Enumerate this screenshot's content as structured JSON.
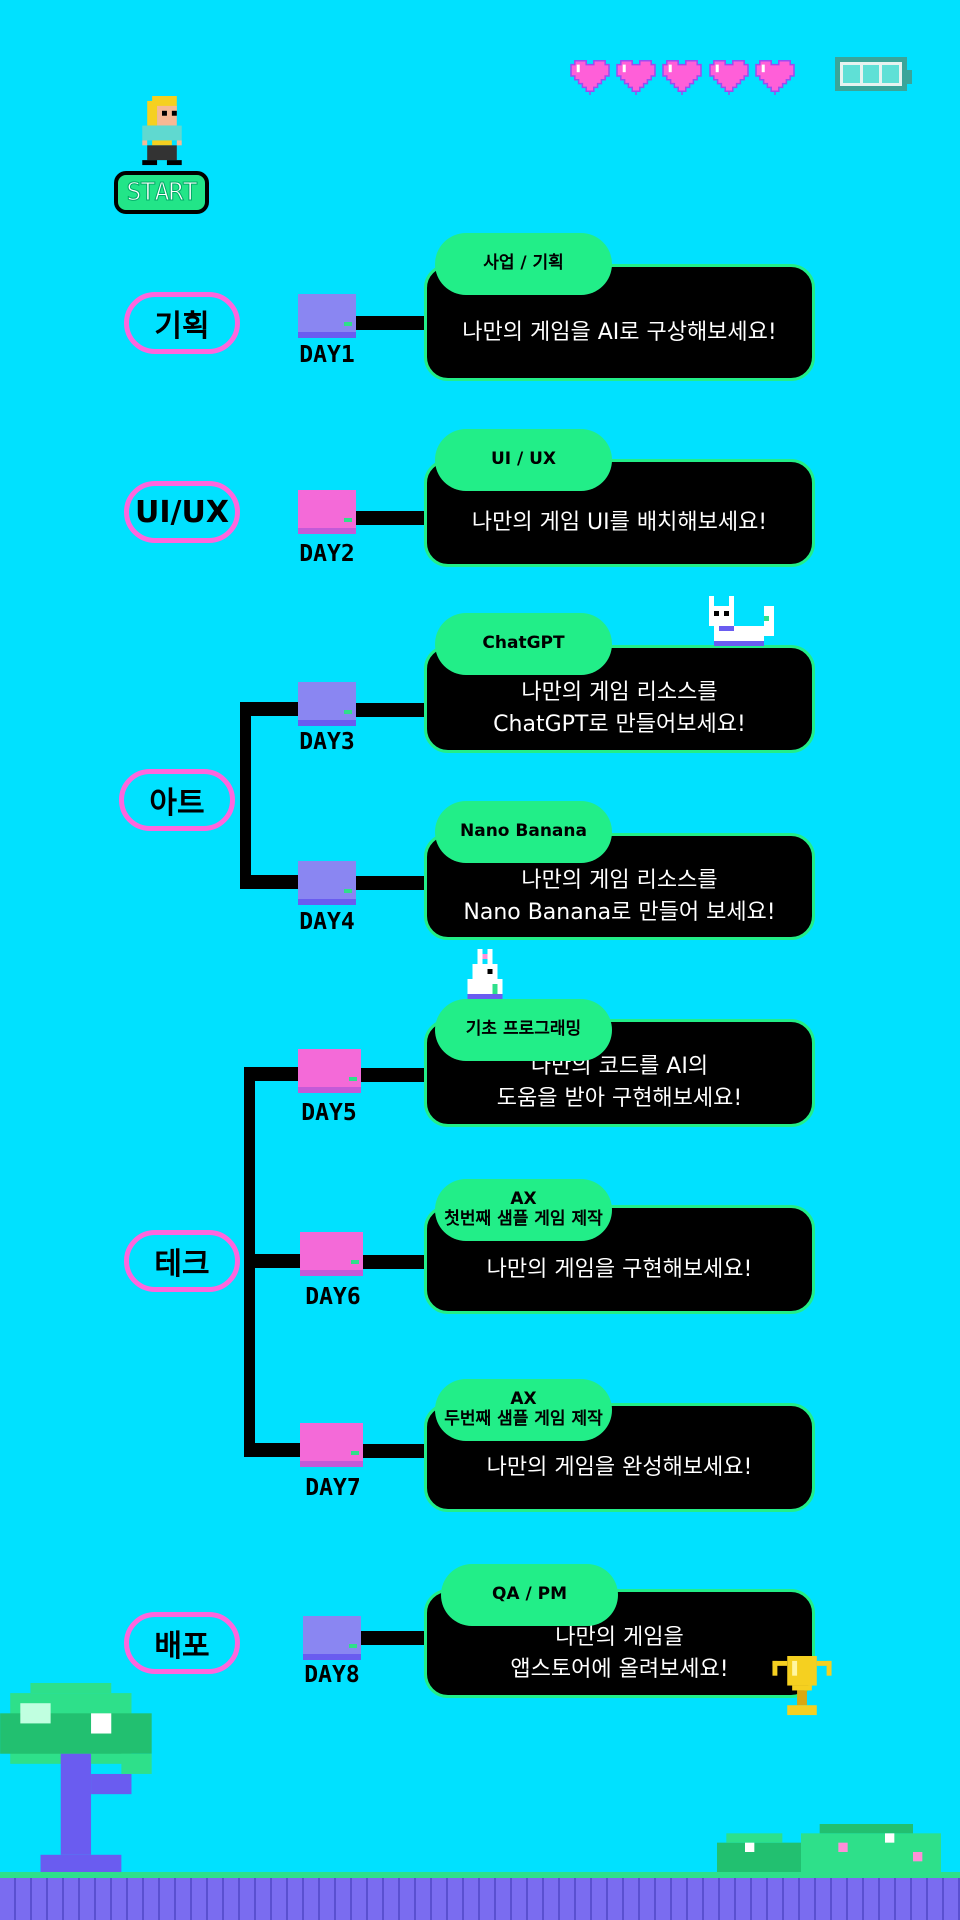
{
  "hud": {
    "lives": 5,
    "battery_level": 3
  },
  "start_label": "START",
  "categories": {
    "plan": "기획",
    "uiux": "UI/UX",
    "art": "아트",
    "tech": "테크",
    "deploy": "배포"
  },
  "days": [
    {
      "label": "DAY1",
      "tab": "사업 / 기획",
      "tab_sub": "",
      "text": [
        "나만의 게임을 AI로 구상해보세요!"
      ]
    },
    {
      "label": "DAY2",
      "tab": "UI / UX",
      "tab_sub": "",
      "text": [
        "나만의 게임 UI를 배치해보세요!"
      ]
    },
    {
      "label": "DAY3",
      "tab": "ChatGPT",
      "tab_sub": "",
      "text": [
        "나만의 게임 리소스를",
        "ChatGPT로 만들어보세요!"
      ]
    },
    {
      "label": "DAY4",
      "tab": "Nano Banana",
      "tab_sub": "",
      "text": [
        "나만의 게임 리소스를",
        "Nano Banana로 만들어 보세요!"
      ]
    },
    {
      "label": "DAY5",
      "tab": "기초 프로그래밍",
      "tab_sub": "",
      "text": [
        "나만의 코드를 AI의",
        "도움을 받아 구현해보세요!"
      ]
    },
    {
      "label": "DAY6",
      "tab": "AX",
      "tab_sub": "첫번째 샘플 게임 제작",
      "text": [
        "나만의 게임을 구현해보세요!"
      ]
    },
    {
      "label": "DAY7",
      "tab": "AX",
      "tab_sub": "두번째 샘플 게임 제작",
      "text": [
        "나만의 게임을 완성해보세요!"
      ]
    },
    {
      "label": "DAY8",
      "tab": "QA / PM",
      "tab_sub": "",
      "text": [
        "나만의 게임을",
        "앱스토어에 올려보세요!"
      ]
    }
  ]
}
